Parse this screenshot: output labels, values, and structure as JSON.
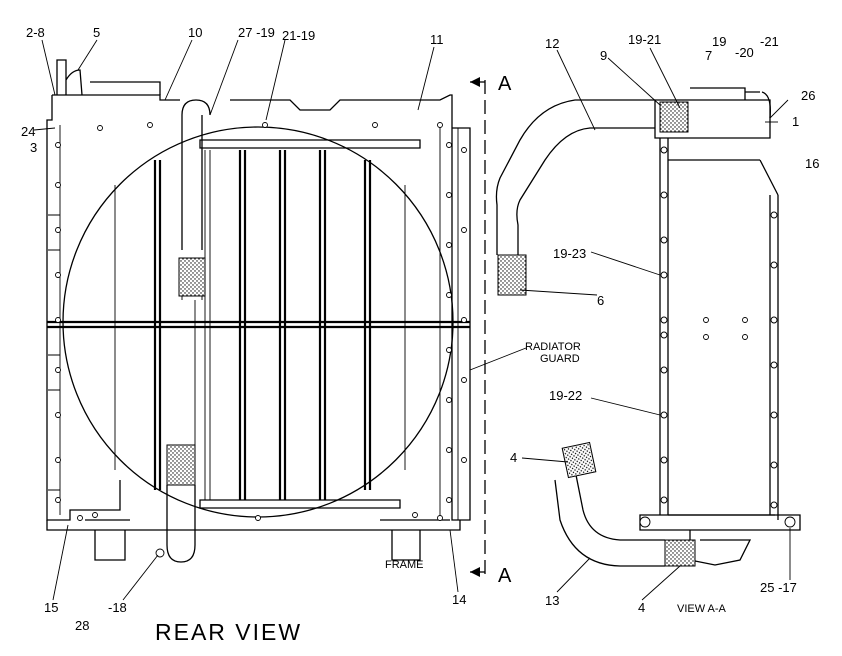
{
  "titles": {
    "rear_view": "REAR VIEW",
    "view_aa": "VIEW A-A",
    "section_top": "A",
    "section_bottom": "A"
  },
  "notes": {
    "radiator_guard_1": "RADIATOR",
    "radiator_guard_2": "GUARD",
    "frame": "FRAME"
  },
  "callouts": {
    "c2_8": "2-8",
    "c5": "5",
    "c10": "10",
    "c27_19": "27 -19",
    "c21_19": "21-19",
    "c11": "11",
    "c24": "24",
    "c3": "3",
    "c12": "12",
    "c9": "9",
    "c19_21": "19-21",
    "c7": "7",
    "c19": "19",
    "c20": "-20",
    "c21": "-21",
    "c26": "26",
    "c1": "1",
    "c16": "16",
    "c19_23": "19-23",
    "c6": "6",
    "c19_22": "19-22",
    "c4a": "4",
    "c13": "13",
    "c4b": "4",
    "c25_17": "25 -17",
    "c15": "15",
    "c28": "28",
    "c18": "-18",
    "c14": "14"
  }
}
